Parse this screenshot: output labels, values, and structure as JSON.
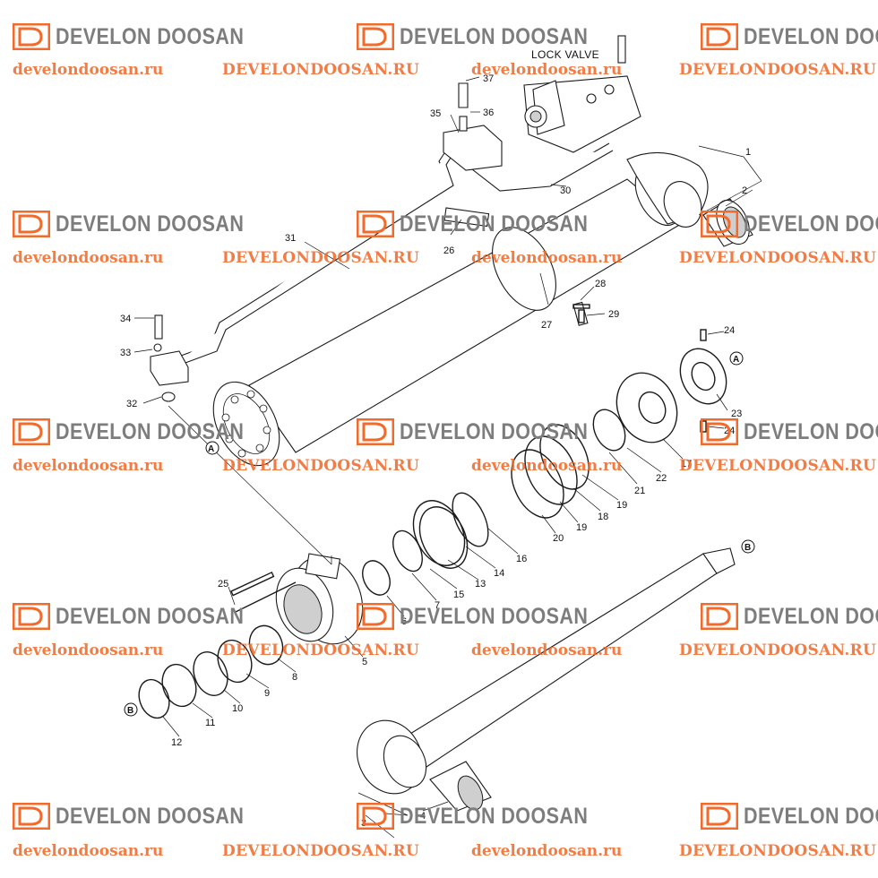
{
  "diagram": {
    "lock_valve_label": "LOCK VALVE",
    "part_numbers": [
      "1",
      "2",
      "3",
      "4",
      "5",
      "6",
      "7",
      "8",
      "9",
      "10",
      "11",
      "12",
      "13",
      "14",
      "15",
      "16",
      "17",
      "18",
      "19",
      "19",
      "20",
      "21",
      "22",
      "23",
      "24",
      "24",
      "25",
      "26",
      "27",
      "28",
      "29",
      "30",
      "31",
      "32",
      "33",
      "34",
      "35",
      "36",
      "37"
    ],
    "reference_marks": [
      "A",
      "A",
      "B",
      "B"
    ]
  },
  "watermark": {
    "brand": "DEVELON DOOSAN",
    "url_lower": "develondoosan.ru",
    "url_upper": "DEVELONDOOSAN.RU",
    "brand_color": "#7d7d7d",
    "url_color": "#f26b2b"
  }
}
